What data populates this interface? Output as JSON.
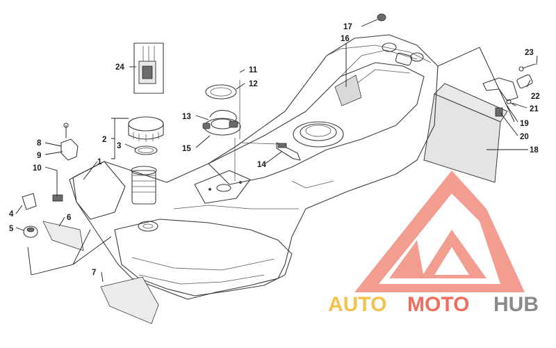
{
  "diagram": {
    "callouts": [
      "1",
      "2",
      "3",
      "4",
      "5",
      "6",
      "7",
      "8",
      "9",
      "10",
      "11",
      "12",
      "13",
      "14",
      "15",
      "16",
      "17",
      "18",
      "19",
      "20",
      "21",
      "22",
      "23",
      "24"
    ]
  },
  "watermark": {
    "part_auto": "AUTO",
    "part_moto": "MOTO",
    "part_hub": "HUB",
    "colors": {
      "auto": "#f3c24a",
      "moto": "#ee6f5e",
      "hub": "#8a8a8a",
      "logo": "#f08070"
    }
  }
}
